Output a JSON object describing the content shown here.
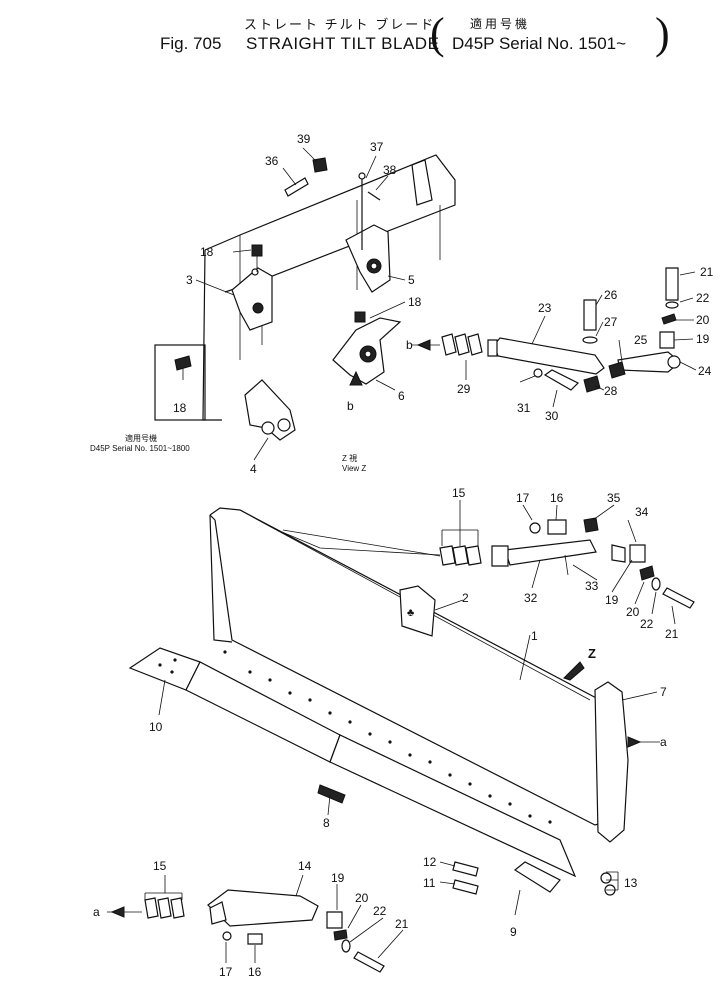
{
  "header": {
    "fig": "Fig. 705",
    "title": "STRAIGHT TILT BLADE",
    "title_jp": "ストレート チルト ブレード",
    "model_jp": "適用号機",
    "model": "D45P Serial No. 1501~"
  },
  "notes": {
    "detail_model_jp": "適用号機",
    "detail_model": "D45P Serial No. 1501~1800",
    "view_jp": "Z 視",
    "view": "View Z"
  },
  "letters": {
    "a": "a",
    "b": "b",
    "z": "Z"
  },
  "callouts": [
    "1",
    "2",
    "3",
    "4",
    "5",
    "6",
    "7",
    "8",
    "9",
    "10",
    "11",
    "12",
    "13",
    "14",
    "15",
    "16",
    "17",
    "18",
    "19",
    "20",
    "21",
    "22",
    "23",
    "24",
    "25",
    "26",
    "27",
    "28",
    "29",
    "30",
    "31",
    "32",
    "33",
    "34",
    "35",
    "36",
    "37",
    "38",
    "39"
  ]
}
